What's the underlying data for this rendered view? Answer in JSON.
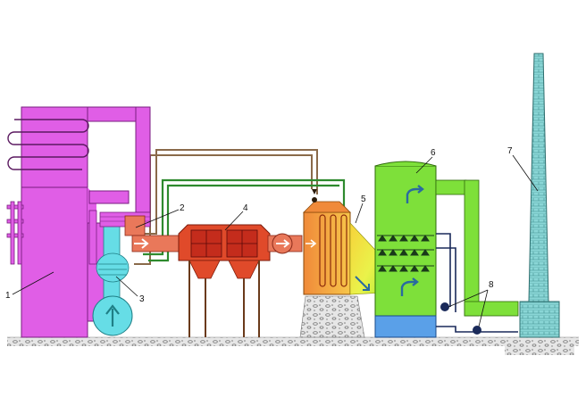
{
  "diagram": {
    "labels": {
      "boiler": "1",
      "air_preheater": "2",
      "fan": "3",
      "precipitator": "4",
      "heat_exchanger": "5",
      "absorber": "6",
      "stack": "7",
      "pumps": "8"
    },
    "colors": {
      "boiler": "#e05ee6",
      "fan": "#66dde6",
      "precipitator": "#e04a2a",
      "duct_red": "#e9785a",
      "heat_exchanger": "#f4a23c",
      "transition": "#f6e24a",
      "absorber": "#7ee03a",
      "tank": "#5aa0e8",
      "stack": "#8ad6d6",
      "green_line": "#2e8a2e",
      "brown_line": "#8a6a4a",
      "ground": "#d8d8d8"
    }
  }
}
